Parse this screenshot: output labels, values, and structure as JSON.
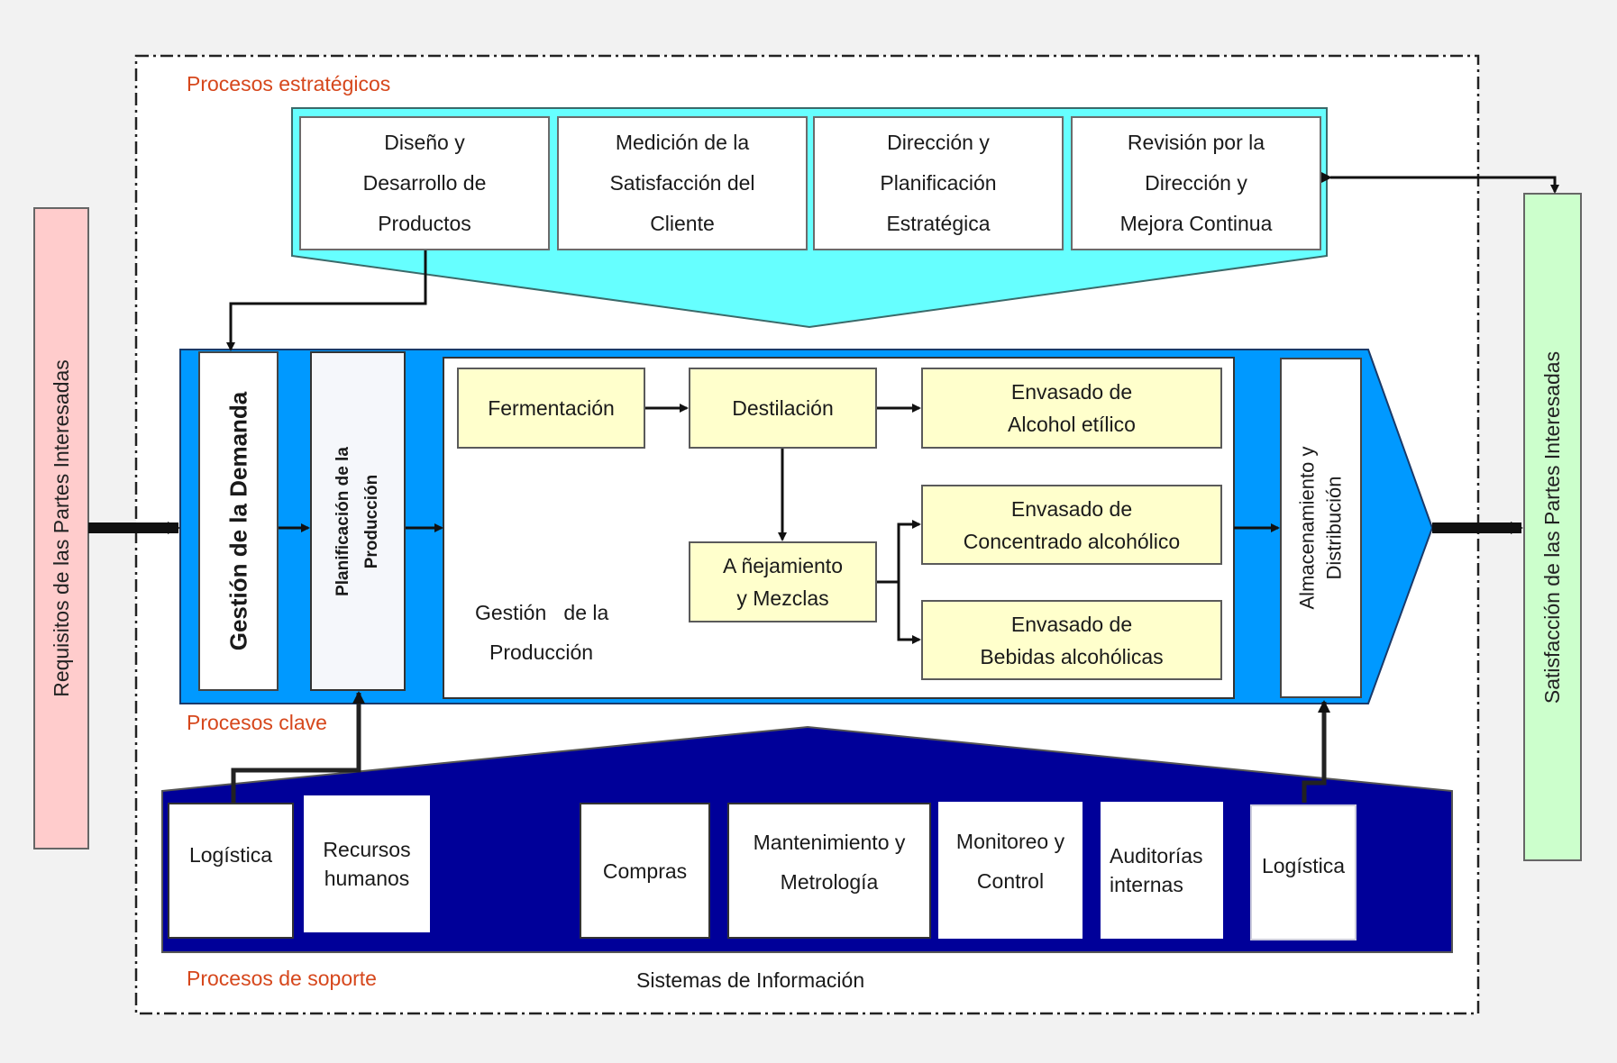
{
  "sections": {
    "strategic": "Procesos estratégicos",
    "key": "Procesos clave",
    "support": "Procesos de soporte"
  },
  "side_bars": {
    "left": "Requisitos de las Partes Interesadas",
    "right": "Satisfacción  de las Partes Interesadas"
  },
  "strategic_processes": [
    {
      "line1": "Diseño   y",
      "line2": "Desarrollo de",
      "line3": "Productos"
    },
    {
      "line1": "Medición   de la",
      "line2": "Satisfacción      del",
      "line3": "Cliente"
    },
    {
      "line1": "Dirección    y",
      "line2": "Planificación",
      "line3": "Estratégica"
    },
    {
      "line1": "Revisión    por la",
      "line2": "Dirección        y",
      "line3": "Mejora Continua"
    }
  ],
  "key_processes": {
    "demand": "Gestión de la Demanda",
    "planning": "Planificación de la\nProducción",
    "production_label": {
      "line1": "Gestión   de la",
      "line2": "Producción"
    },
    "storage": "Almacenamiento y\nDistribución",
    "steps": {
      "fermentation": "Fermentación",
      "distillation": "Destilación",
      "aging": {
        "line1": "A ñejamiento",
        "line2": "y Mezclas"
      },
      "pack_alcohol": {
        "line1": "Envasado de",
        "line2": "Alcohol   etílico"
      },
      "pack_concentrate": {
        "line1": "Envasado de",
        "line2": "Concentrado alcohólico"
      },
      "pack_beverages": {
        "line1": "Envasado de",
        "line2": "Bebidas alcohólicas"
      }
    }
  },
  "support_processes": [
    {
      "line1": "Logística",
      "line2": ""
    },
    {
      "line1": "Recursos",
      "line2": "humanos"
    },
    {
      "line1": "Compras",
      "line2": ""
    },
    {
      "line1": "Mantenimiento y",
      "line2": "Metrología"
    },
    {
      "line1": "Monitoreo y",
      "line2": "Control"
    },
    {
      "line1": "Auditorías",
      "line2": "internas"
    },
    {
      "line1": "Logística",
      "line2": ""
    }
  ],
  "information_systems": "Sistemas de Información",
  "colors": {
    "strategic_fill": "#66ffff",
    "key_fill": "#0099ff",
    "support_fill": "#000099",
    "step_fill": "#ffffcc",
    "left_bar": "#ffcccc",
    "right_bar": "#ccffcc",
    "section_label": "#d6471c"
  }
}
